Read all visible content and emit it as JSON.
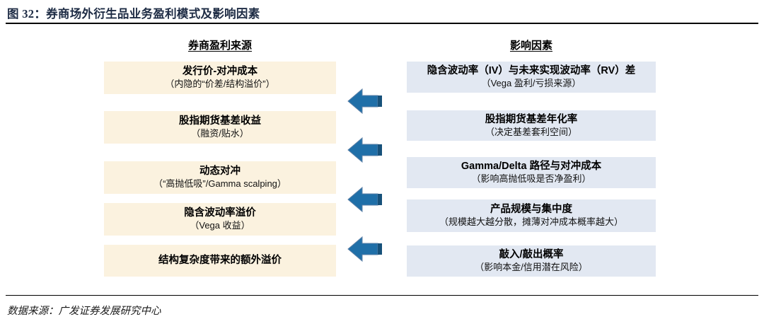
{
  "figure": {
    "title": "图 32：券商场外衍生品业务盈利模式及影响因素",
    "source": "数据来源：广发证券发展研究中心"
  },
  "colors": {
    "left_box_fill": "#fbf2df",
    "right_box_fill": "#e2e8f2",
    "arrow_fill": "#1f6fa8",
    "arrow_shade": "#17517a",
    "title_color": "#1d2b44"
  },
  "columns": {
    "left": {
      "heading": "券商盈利来源",
      "items": [
        {
          "title": "发行价-对冲成本",
          "subtitle": "（内隐的“价差/结构溢价”）"
        },
        {
          "title": "股指期货基差收益",
          "subtitle": "（融资/贴水）"
        },
        {
          "title": "动态对冲",
          "subtitle": "（“高抛低吸”/Gamma scalping）"
        },
        {
          "title": "隐含波动率溢价",
          "subtitle": "（Vega 收益）"
        },
        {
          "title": "结构复杂度带来的额外溢价",
          "subtitle": ""
        }
      ]
    },
    "right": {
      "heading": "影响因素",
      "items": [
        {
          "title": "隐含波动率（IV）与未来实现波动率（RV）差",
          "subtitle": "（Vega 盈利/亏损来源）"
        },
        {
          "title": "股指期货基差年化率",
          "subtitle": "（决定基差套利空间）"
        },
        {
          "title": "Gamma/Delta 路径与对冲成本",
          "subtitle": "（影响高抛低吸是否净盈利）"
        },
        {
          "title": "产品规模与集中度",
          "subtitle": "（规模越大越分散，摊薄对冲成本概率越大）"
        },
        {
          "title": "敲入/敲出概率",
          "subtitle": "（影响本金/信用潜在风险）"
        }
      ]
    }
  },
  "arrows": {
    "count": 4,
    "direction": "left",
    "label": "影响因素指向券商盈利来源"
  }
}
